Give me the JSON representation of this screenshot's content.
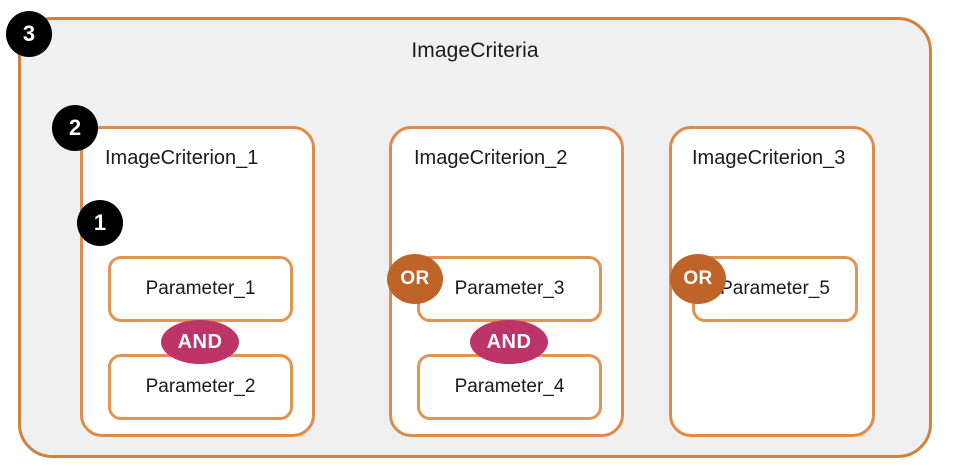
{
  "diagram": {
    "title": "ImageCriteria",
    "outer_border_color": "#d2803f",
    "outer_fill_color": "#f0f0f0",
    "criterion_border_color": "#dd8b4a",
    "parameter_border_color": "#e09553",
    "or_badge_color": "#bf6429",
    "and_badge_color": "#bc3468",
    "marker_color": "#000000",
    "criteria": [
      {
        "label": "ImageCriterion_1",
        "parameters": [
          "Parameter_1",
          "Parameter_2"
        ],
        "connector": "AND"
      },
      {
        "label": "ImageCriterion_2",
        "parameters": [
          "Parameter_3",
          "Parameter_4"
        ],
        "connector": "AND"
      },
      {
        "label": "ImageCriterion_3",
        "parameters": [
          "Parameter_5"
        ],
        "connector": ""
      }
    ],
    "or_connectors": [
      {
        "label": "OR"
      },
      {
        "label": "OR"
      }
    ],
    "markers": [
      {
        "number": "1"
      },
      {
        "number": "2"
      },
      {
        "number": "3"
      }
    ]
  }
}
